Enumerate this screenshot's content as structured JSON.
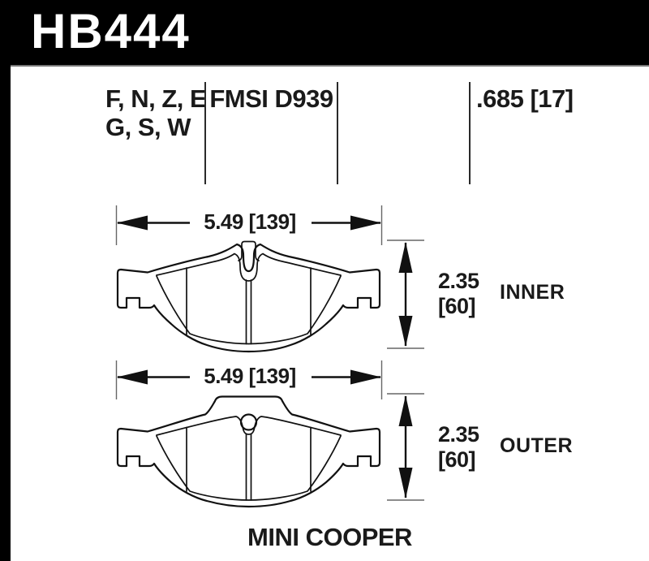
{
  "header": {
    "part_number": "HB444",
    "bar_color": "#000000"
  },
  "info": {
    "compounds_line1": "F, N, Z, E",
    "compounds_line2": "G, S, W",
    "fmsi": "FMSI D939",
    "pad_thickness": ".685 [17]"
  },
  "pads": [
    {
      "label": "INNER",
      "width": "5.49 [139]",
      "height_in": "2.35",
      "height_mm": "[60]"
    },
    {
      "label": "OUTER",
      "width": "5.49 [139]",
      "height_in": "2.35",
      "height_mm": "[60]"
    }
  ],
  "footer": {
    "vehicle": "MINI COOPER"
  },
  "colors": {
    "ink": "#1a1a1a",
    "line_gray": "#666666"
  }
}
